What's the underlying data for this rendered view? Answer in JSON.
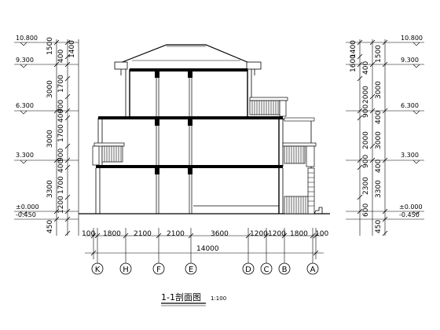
{
  "drawing": {
    "title": "1-1剖面图",
    "scale": "1:100"
  },
  "elevations": {
    "left": [
      "10.800",
      "9.300",
      "6.300",
      "3.300",
      "±0.000",
      "-0.450"
    ],
    "right": [
      "10.800",
      "9.300",
      "6.300",
      "3.300",
      "±0.000",
      "-0.450"
    ]
  },
  "left_dims": [
    "1500",
    "400",
    "1400",
    "1700",
    "3000",
    "900",
    "400",
    "1700",
    "3000",
    "900",
    "400",
    "1700",
    "3300",
    "1200",
    "450"
  ],
  "right_dims": [
    "1400",
    "1500",
    "400",
    "1600",
    "2000",
    "3000",
    "900",
    "400",
    "2000",
    "3000",
    "900",
    "400",
    "2300",
    "3300",
    "600",
    "450"
  ],
  "bottom_dims": [
    "100",
    "1800",
    "2100",
    "2100",
    "3600",
    "1200",
    "1200",
    "1800",
    "100"
  ],
  "total_width": "14000",
  "axes": [
    "K",
    "H",
    "F",
    "E",
    "D",
    "C",
    "B",
    "A"
  ]
}
